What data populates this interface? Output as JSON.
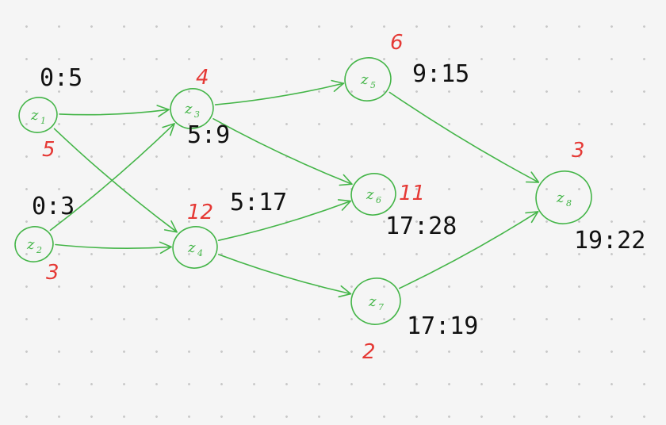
{
  "nodes": [
    {
      "id": "z1",
      "letter": "z",
      "index": "1",
      "time": "0:5",
      "duration": "5"
    },
    {
      "id": "z2",
      "letter": "z",
      "index": "2",
      "time": "0:3",
      "duration": "3"
    },
    {
      "id": "z3",
      "letter": "z",
      "index": "3",
      "time": "5:9",
      "duration": "4"
    },
    {
      "id": "z4",
      "letter": "z",
      "index": "4",
      "time": "5:17",
      "duration": "12"
    },
    {
      "id": "z5",
      "letter": "z",
      "index": "5",
      "time": "9:15",
      "duration": "6"
    },
    {
      "id": "z6",
      "letter": "z",
      "index": "6",
      "time": "17:28",
      "duration": "11"
    },
    {
      "id": "z7",
      "letter": "z",
      "index": "7",
      "time": "17:19",
      "duration": "2"
    },
    {
      "id": "z8",
      "letter": "z",
      "index": "8",
      "time": "19:22",
      "duration": "3"
    }
  ],
  "edges": [
    {
      "from": "z1",
      "to": "z3"
    },
    {
      "from": "z1",
      "to": "z4"
    },
    {
      "from": "z2",
      "to": "z3"
    },
    {
      "from": "z2",
      "to": "z4"
    },
    {
      "from": "z3",
      "to": "z5"
    },
    {
      "from": "z3",
      "to": "z6"
    },
    {
      "from": "z4",
      "to": "z6"
    },
    {
      "from": "z4",
      "to": "z7"
    },
    {
      "from": "z5",
      "to": "z8"
    },
    {
      "from": "z7",
      "to": "z8"
    }
  ],
  "colors": {
    "graph": "#44b548",
    "duration": "#e53935",
    "time": "#111111",
    "background": "#f5f5f5"
  }
}
